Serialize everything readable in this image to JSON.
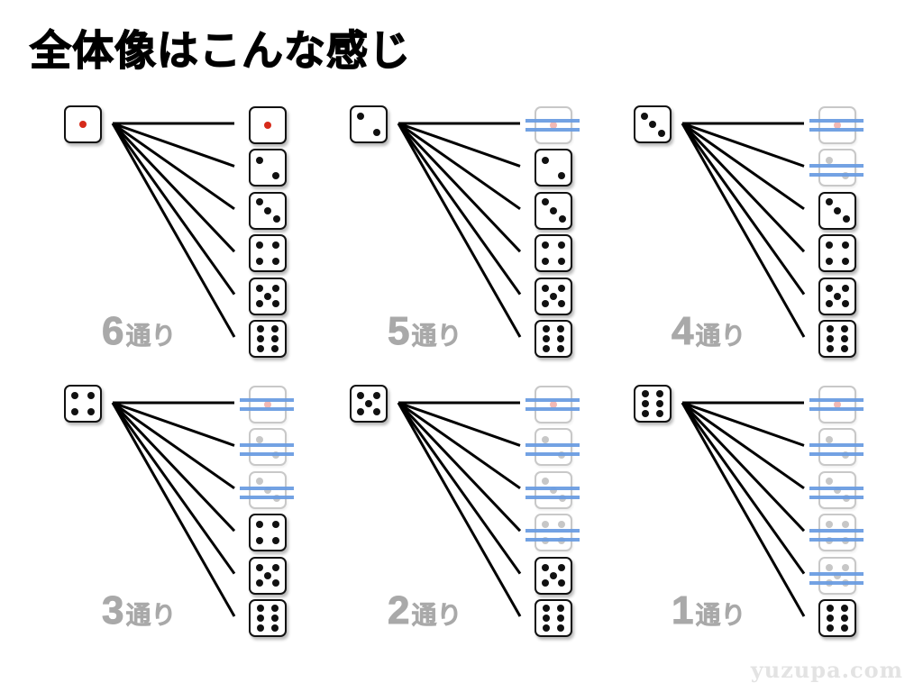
{
  "title": "全体像はこんな感じ",
  "watermark": "yuzupa.com",
  "colors": {
    "pip": "#111111",
    "pip_one": "#d62a1a",
    "strike": "#6b9de2",
    "label": "#a9a9a9",
    "line": "#000000"
  },
  "label_suffix": "通り",
  "panels": [
    {
      "first_die": 1,
      "count": "6",
      "outcomes": [
        1,
        2,
        3,
        4,
        5,
        6
      ],
      "excluded": []
    },
    {
      "first_die": 2,
      "count": "5",
      "outcomes": [
        1,
        2,
        3,
        4,
        5,
        6
      ],
      "excluded": [
        1
      ]
    },
    {
      "first_die": 3,
      "count": "4",
      "outcomes": [
        1,
        2,
        3,
        4,
        5,
        6
      ],
      "excluded": [
        1,
        2
      ]
    },
    {
      "first_die": 4,
      "count": "3",
      "outcomes": [
        1,
        2,
        3,
        4,
        5,
        6
      ],
      "excluded": [
        1,
        2,
        3
      ]
    },
    {
      "first_die": 5,
      "count": "2",
      "outcomes": [
        1,
        2,
        3,
        4,
        5,
        6
      ],
      "excluded": [
        1,
        2,
        3,
        4
      ]
    },
    {
      "first_die": 6,
      "count": "1",
      "outcomes": [
        1,
        2,
        3,
        4,
        5,
        6
      ],
      "excluded": [
        1,
        2,
        3,
        4,
        5
      ]
    }
  ]
}
